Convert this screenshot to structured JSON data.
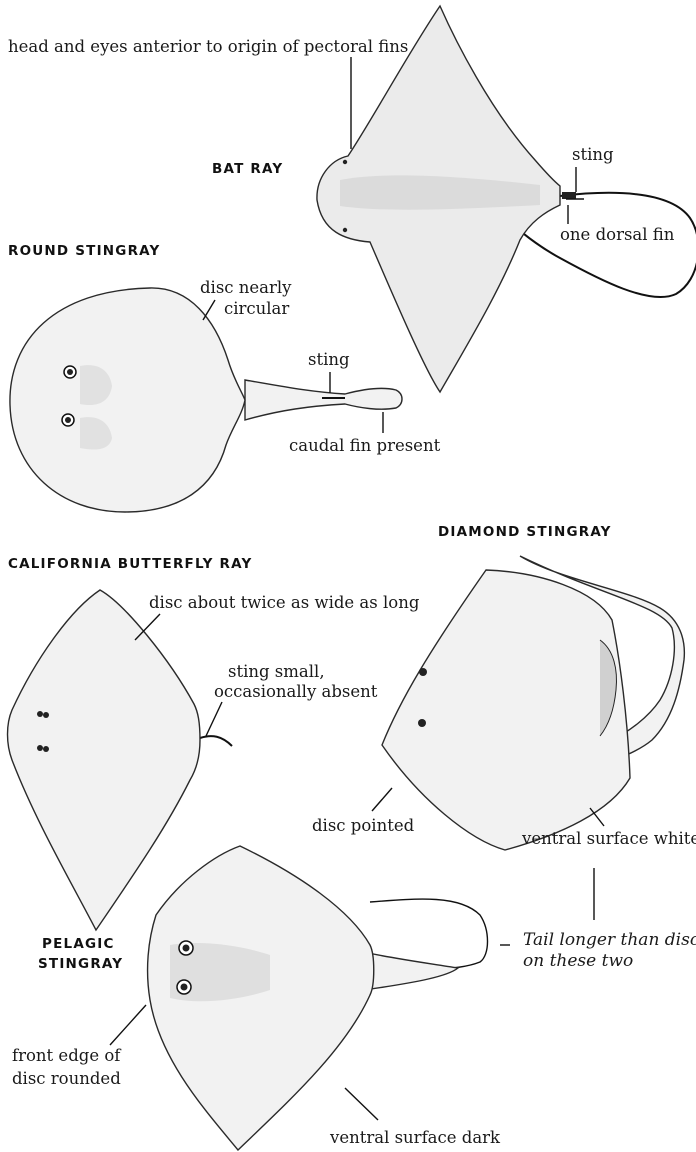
{
  "species": {
    "bat_ray": {
      "name": "BAT RAY",
      "labels": {
        "head": "head and eyes anterior to origin of pectoral fins",
        "sting": "sting",
        "dorsal": "one dorsal fin"
      }
    },
    "round_stingray": {
      "name": "ROUND STINGRAY",
      "labels": {
        "disc_line1": "disc nearly",
        "disc_line2": "circular",
        "sting": "sting",
        "caudal": "caudal fin present"
      }
    },
    "california_butterfly_ray": {
      "name": "CALIFORNIA BUTTERFLY RAY",
      "labels": {
        "disc": "disc about twice as wide as long",
        "sting_line1": "sting small,",
        "sting_line2": "occasionally absent"
      }
    },
    "diamond_stingray": {
      "name": "DIAMOND STINGRAY",
      "labels": {
        "disc": "disc pointed",
        "ventral": "ventral surface white"
      }
    },
    "pelagic_stingray": {
      "name_line1": "PELAGIC",
      "name_line2": "STINGRAY",
      "labels": {
        "front_line1": "front edge of",
        "front_line2": "disc rounded",
        "ventral": "ventral surface dark"
      }
    }
  },
  "shared_note": {
    "line1": "Tail longer than disc",
    "line2": "on these two"
  }
}
